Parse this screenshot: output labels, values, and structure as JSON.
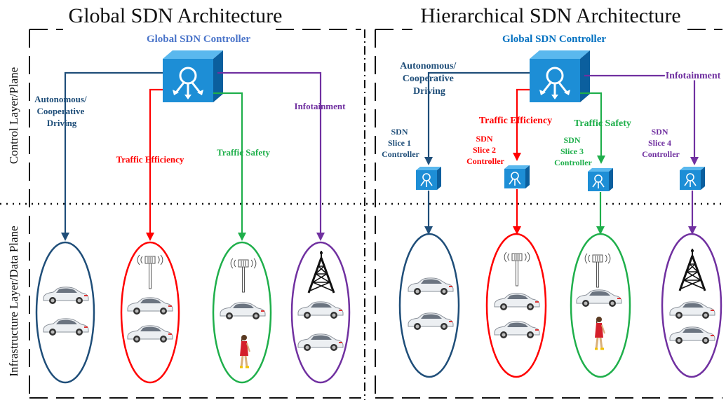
{
  "titles": {
    "left": "Global SDN Architecture",
    "right": "Hierarchical SDN Architecture"
  },
  "controller_label": {
    "left": "Global SDN Controller",
    "right": "Global SDN Controller"
  },
  "layers": {
    "control": "Control Layer/Plane",
    "infrastructure": "Infrastructure Layer/Data Plane"
  },
  "flows": {
    "autonomous": [
      "Autonomous/",
      "Cooperative",
      "Driving"
    ],
    "traffic_efficiency": "Traffic Efficiency",
    "traffic_safety": "Traffic Safety",
    "infotainment": "Infotainment"
  },
  "slice_controllers": {
    "s1": [
      "SDN",
      "Slice 1",
      "Controller"
    ],
    "s2": [
      "SDN",
      "Slice 2",
      "Controller"
    ],
    "s3": [
      "SDN",
      "Slice 3",
      "Controller"
    ],
    "s4": [
      "SDN",
      "Slice 4",
      "Controller"
    ]
  },
  "colors": {
    "autonomous": "#1f4e79",
    "efficiency": "#ff0000",
    "safety": "#1faf4b",
    "infotainment": "#7030a0",
    "controller_label_left": "#4a74c9",
    "controller_label_right": "#0070c0",
    "controller_box": "#1d8ed6"
  },
  "icons": {
    "controller": "sdn-controller-icon",
    "cell_tower": "cell-tower-icon",
    "broadcast_tower": "broadcast-tower-icon",
    "car": "car-icon",
    "pedestrian": "pedestrian-icon"
  }
}
